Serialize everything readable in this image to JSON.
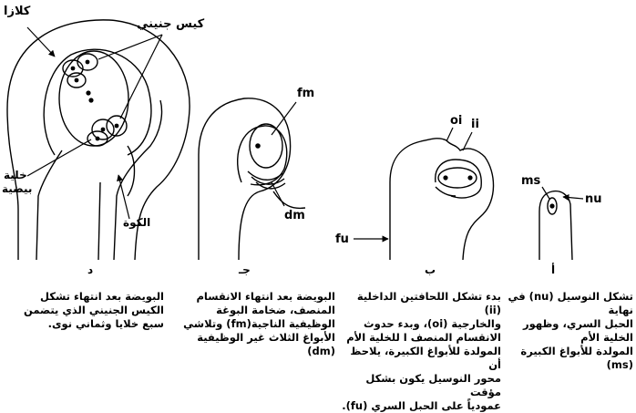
{
  "labels": {
    "kalaza": "كلازا",
    "embryo_sac": "كيس جنيني",
    "egg_cell_1": "خلية",
    "egg_cell_2": "بيضية",
    "micropyle": "الكوة",
    "fm": "fm",
    "dm": "dm",
    "oi": "oi",
    "ii": "ii",
    "fu": "fu",
    "ms": "ms",
    "nu": "nu"
  },
  "stages": {
    "d": "د",
    "c": "جـ",
    "b": "ب",
    "a": "أ"
  },
  "captions": {
    "d": "البويضة بعد انتهاء تشكل\nالكيس الجنيني الذي يتضمن\nسبع خلايا وثماني نوى.",
    "c": "البويضة بعد انتهاء الانقسام\nالمنصف، ضخامة البوغة\nالوظيفية الناجية(fm) وتلاشي\nالأبواغ الثلاث غير الوظيفية (dm)",
    "b": "بدء تشكل اللحافتين الداخلية (ii)\nوالخارجية (oi)، وبدء حدوث\nالانقسام المنصف ا للخلية الأم\nالمولدة للأبواغ الكبيرة، يلاحظ أن\nمحور النوسيل يكون بشكل مؤقت\nعمودياً على الحبل السري (fu).",
    "a": "تشكل النوسيل (nu) في نهاية\nالحبل السري، وظهور الخلية الأم\nالمولدة للأبواغ الكبيرة (ms)"
  }
}
